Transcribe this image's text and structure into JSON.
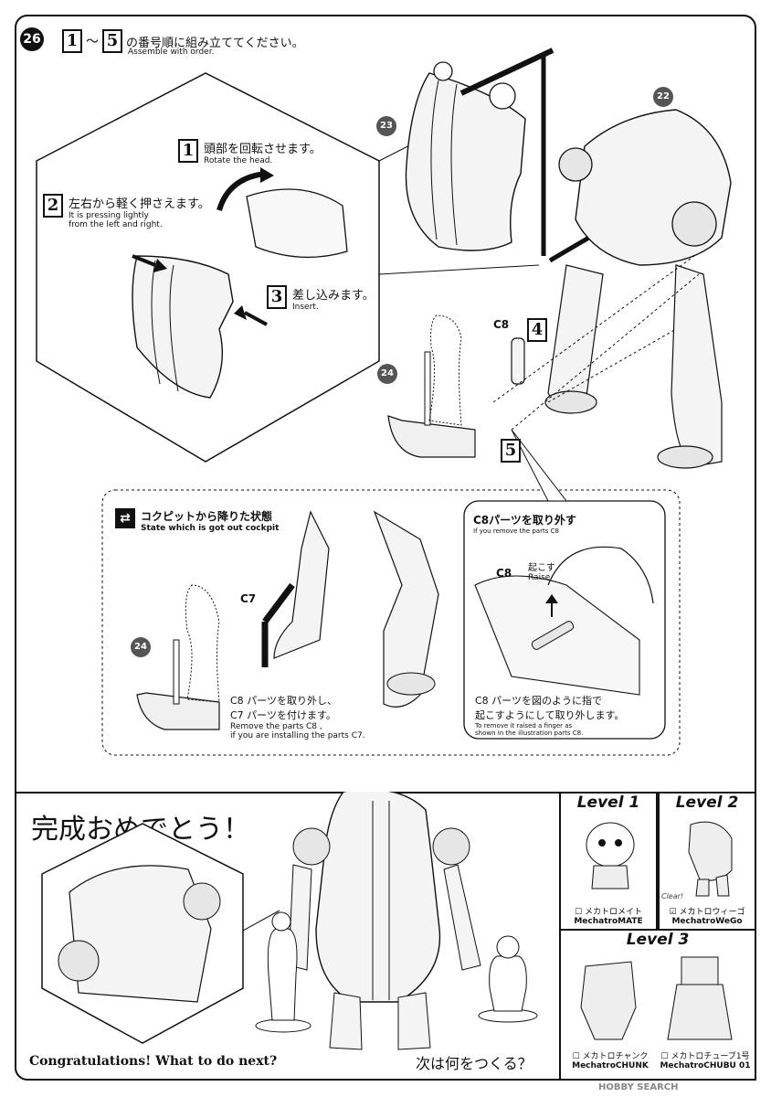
{
  "step": {
    "badge": "26",
    "range_start": "1",
    "range_sep": "～",
    "range_end": "5",
    "title_jp": "の番号順に組み立ててください。",
    "title_en": "Assemble with order."
  },
  "instructions": [
    {
      "num": "1",
      "jp": "頭部を回転させます。",
      "en": "Rotate the head."
    },
    {
      "num": "2",
      "jp": "左右から軽く押さえます。",
      "en1": "It is pressing lightly",
      "en2": "from the left and right."
    },
    {
      "num": "3",
      "jp": "差し込みます。",
      "en": "Insert."
    },
    {
      "num": "4"
    },
    {
      "num": "5"
    }
  ],
  "callouts": {
    "p22": "22",
    "p23": "23",
    "p24": "24",
    "p24b": "24",
    "c8": "C8",
    "c7": "C7",
    "c8b": "C8"
  },
  "cockpit": {
    "title_jp": "コクピットから降りた状態",
    "title_en": "State which is got out cockpit",
    "note_jp1": "C8 パーツを取り外し、",
    "note_jp2": "C7 パーツを付けます。",
    "note_en1": "Remove the parts C8 ,",
    "note_en2": "if you are installing the parts C7."
  },
  "remove_panel": {
    "title_jp": "C8パーツを取り外す",
    "title_en": "If you remove the parts C8",
    "raise_jp": "起こす",
    "raise_en": "Raise",
    "note_jp1": "C8 パーツを図のように指で",
    "note_jp2": "起こすようにして取り外します。",
    "note_en1": "To remove it raised a finger as",
    "note_en2": "shown in the illustration parts C8."
  },
  "finale": {
    "congrats_jp": "完成おめでとう！",
    "congrats_en": "Congratulations! What to do next?",
    "next_jp": "次は何をつくる？"
  },
  "levels": [
    {
      "title": "Level 1",
      "kits": [
        {
          "jp": "メカトロメイト",
          "en": "MechatroMATE",
          "checked": false
        }
      ]
    },
    {
      "title": "Level 2",
      "clear": "Clear!",
      "kits": [
        {
          "jp": "メカトロウィーゴ",
          "en": "MechatroWeGo",
          "checked": true
        }
      ]
    },
    {
      "title": "Level 3",
      "kits": [
        {
          "jp": "メカトロチャンク",
          "en": "MechatroCHUNK",
          "checked": false
        },
        {
          "jp": "メカトロチューブ1号",
          "en": "MechatroCHUBU 01",
          "checked": false
        }
      ]
    }
  ],
  "watermark": "HOBBY SEARCH"
}
